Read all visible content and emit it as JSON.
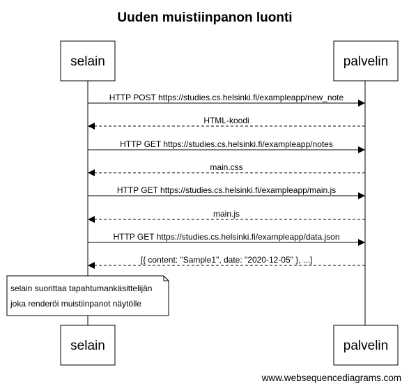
{
  "title": "Uuden muistiinpanon luonti",
  "actors": {
    "browser": "selain",
    "server": "palvelin"
  },
  "messages": [
    {
      "label": "HTTP POST https://studies.cs.helsinki.fi/exampleapp/new_note",
      "direction": "to-server",
      "style": "solid"
    },
    {
      "label": "HTML-koodi",
      "direction": "to-browser",
      "style": "dashed"
    },
    {
      "label": "HTTP GET https://studies.cs.helsinki.fi/exampleapp/notes",
      "direction": "to-server",
      "style": "solid"
    },
    {
      "label": "main.css",
      "direction": "to-browser",
      "style": "dashed"
    },
    {
      "label": "HTTP GET https://studies.cs.helsinki.fi/exampleapp/main.js",
      "direction": "to-server",
      "style": "solid"
    },
    {
      "label": "main.js",
      "direction": "to-browser",
      "style": "dashed"
    },
    {
      "label": "HTTP GET https://studies.cs.helsinki.fi/exampleapp/data.json",
      "direction": "to-server",
      "style": "solid"
    },
    {
      "label": "[{ content: \"Sample1\", date: \"2020-12-05\" }, ...]",
      "direction": "to-browser",
      "style": "dashed"
    }
  ],
  "note": {
    "lines": [
      "selain suorittaa tapahtumankäsittelijän",
      "joka renderöi muistiinpanot näytölle"
    ]
  },
  "watermark": "www.websequencediagrams.com"
}
